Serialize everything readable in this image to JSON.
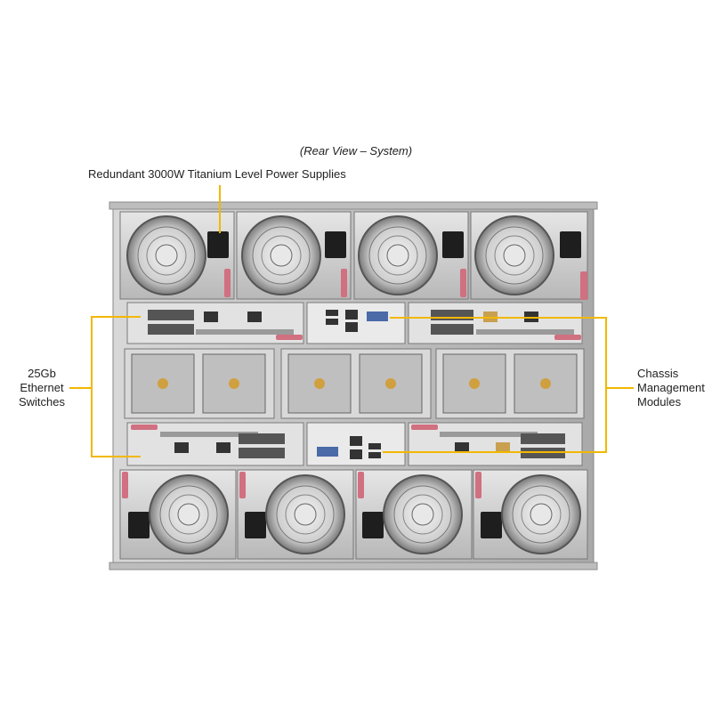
{
  "caption": "(Rear View – System)",
  "labels": {
    "psu": "Redundant 3000W Titanium Level Power Supplies",
    "switch_line1": "25Gb",
    "switch_line2": "Ethernet",
    "switch_line3": "Switches",
    "cmm_line1": "Chassis",
    "cmm_line2": "Management",
    "cmm_line3": "Modules"
  },
  "colors": {
    "callout": "#f2b800",
    "chassis": "#c9c9c9",
    "handle": "#d07080",
    "module_face": "#e2e2e2"
  }
}
